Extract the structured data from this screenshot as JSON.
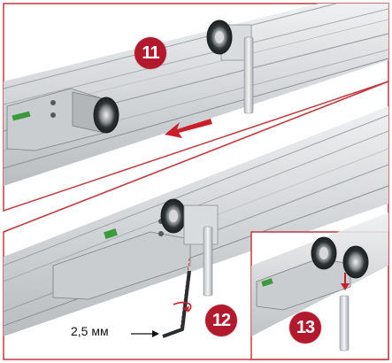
{
  "colors": {
    "accent": "#b3192c",
    "frame": "#c0393f",
    "arrow": "#c8202a",
    "rail": "#d5d8da",
    "rail_dark": "#9ea3a6"
  },
  "steps": {
    "step_11": "11",
    "step_12": "12",
    "step_13": "13"
  },
  "annotations": {
    "hex_key_size": "2,5 мм"
  },
  "icons": {
    "direction_arrow": "arrow-left-down-icon",
    "rotate": "rotate-arrow-icon",
    "insert": "arrow-down-icon"
  }
}
